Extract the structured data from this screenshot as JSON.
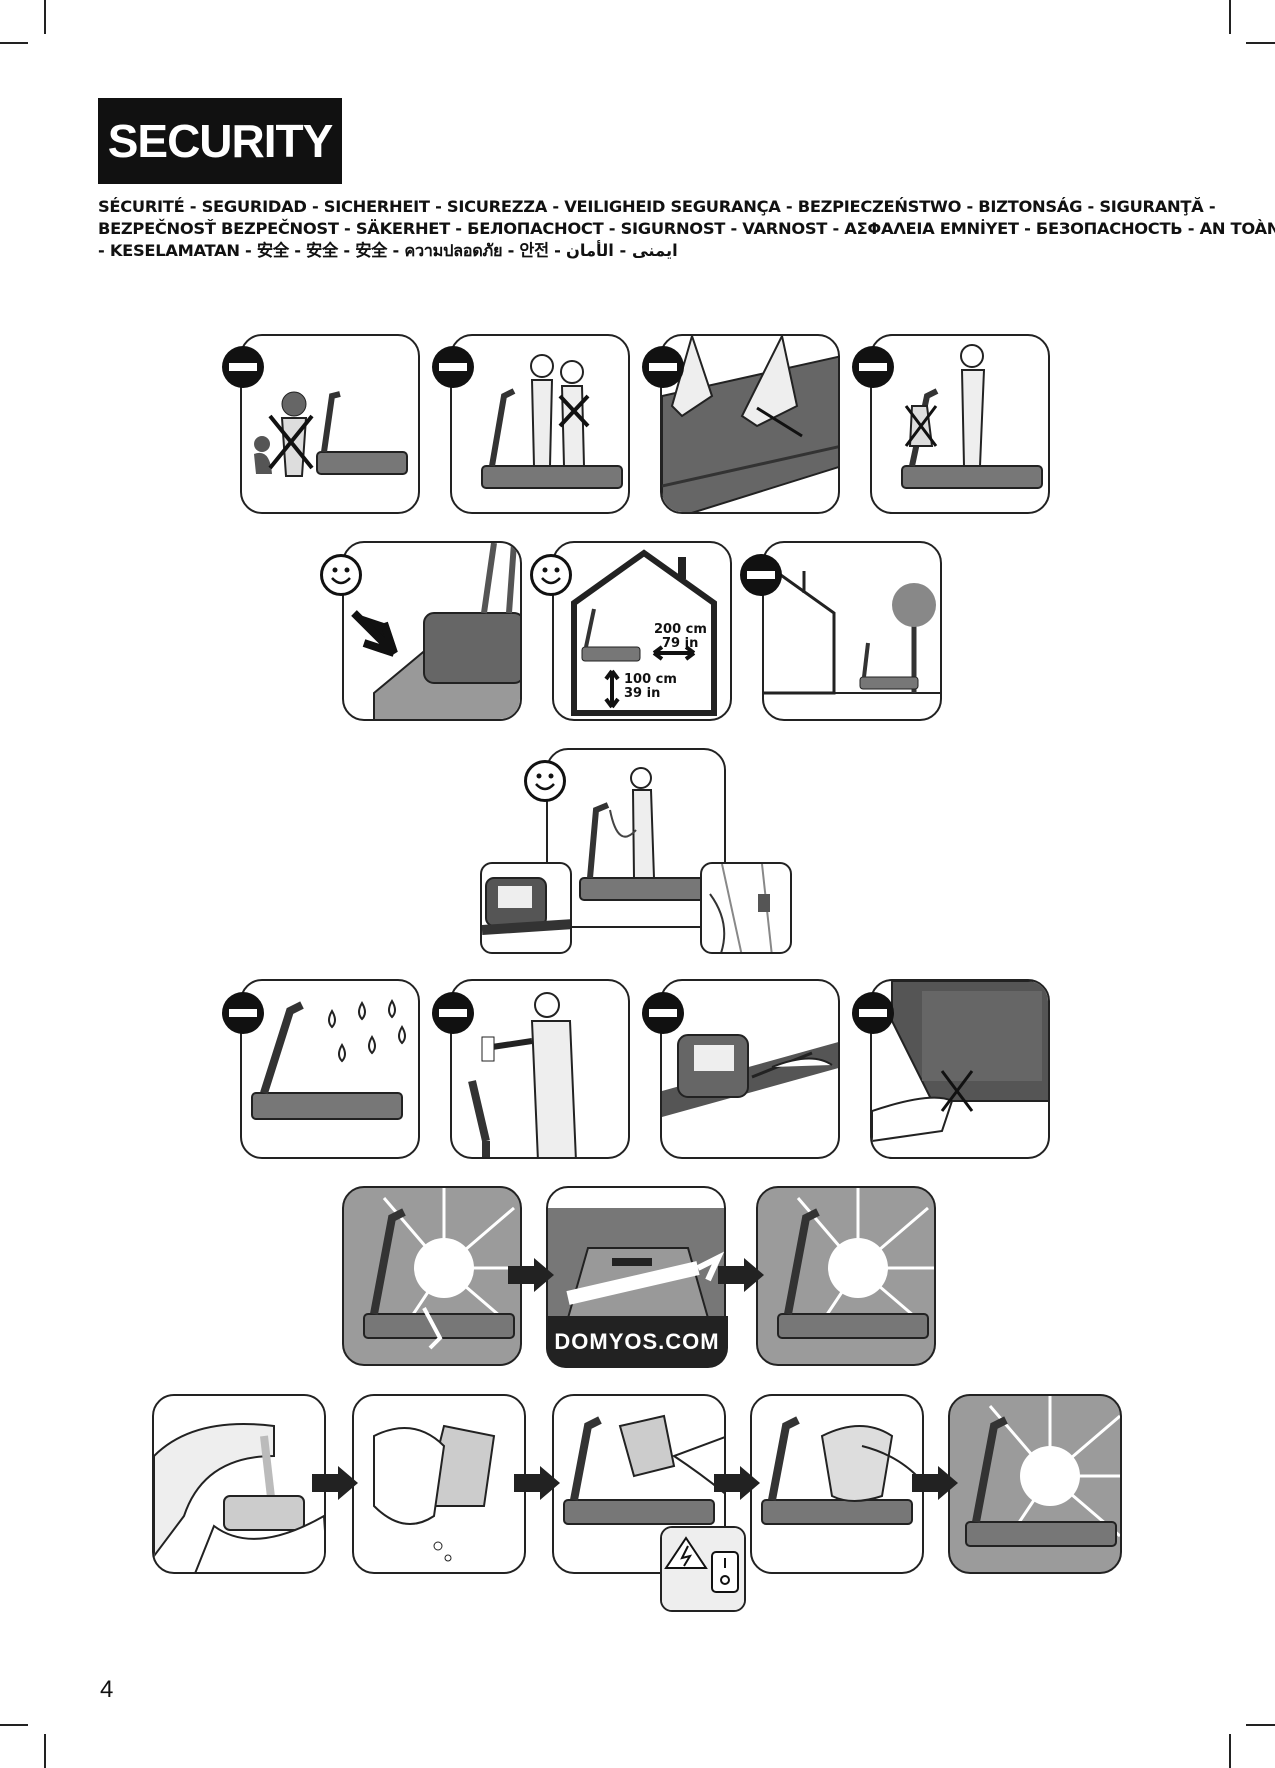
{
  "header": {
    "title": "SECURITY",
    "subtitle_lines": [
      "SÉCURITÉ - SEGURIDAD - SICHERHEIT - SICUREZZA - VEILIGHEID SEGURANÇA - BEZPIECZEŃSTWO - BIZTONSÁG - SIGURANŢĂ -",
      "BEZPEČNOSŤ BEZPEČNOST - SÄKERHET - БЕЛОПАСНОСТ - SIGURNOST - VARNOST - ΑΣΦΑΛΕΙΑ EMNİYET - БЕЗОПАСНОСТЬ - AN TOÀN",
      "- KESELAMATAN - 安全 - 安全 - 安全 - ความปลอดภัย - 안전 - ايمنى - الأمان"
    ]
  },
  "icons": {
    "prohibited": "no-entry-icon",
    "allowed": "smiley-face-icon",
    "arrow": "right-arrow-icon",
    "danger": "electric-hazard-icon"
  },
  "dimensions": {
    "width": "200 cm",
    "width_in": "79 in",
    "height": "100 cm",
    "height_in": "39 in"
  },
  "brand": {
    "website": "DOMYOS.COM"
  },
  "footer": {
    "page_number": "4"
  }
}
